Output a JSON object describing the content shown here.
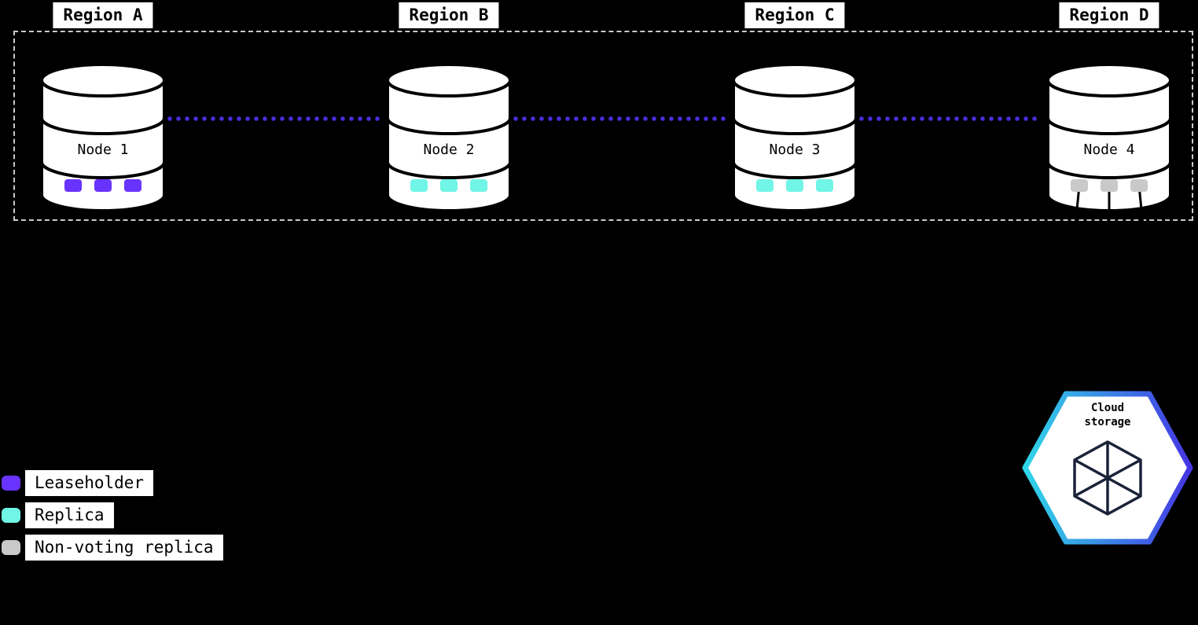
{
  "regions": [
    {
      "label": "Region A"
    },
    {
      "label": "Region B"
    },
    {
      "label": "Region C"
    },
    {
      "label": "Region D"
    }
  ],
  "nodes": [
    {
      "label": "Node 1",
      "role": "leaseholder",
      "chip_color": "#6933ff"
    },
    {
      "label": "Node 2",
      "role": "replica",
      "chip_color": "#70f5e6"
    },
    {
      "label": "Node 3",
      "role": "replica",
      "chip_color": "#70f5e6"
    },
    {
      "label": "Node 4",
      "role": "non-voting replica",
      "chip_color": "#c9c9c9"
    }
  ],
  "legend": [
    {
      "label": "Leaseholder",
      "color": "#6933ff"
    },
    {
      "label": "Replica",
      "color": "#70f5e6"
    },
    {
      "label": "Non-voting replica",
      "color": "#c9c9c9"
    }
  ],
  "cloud_storage": {
    "line1": "Cloud",
    "line2": "storage"
  },
  "colors": {
    "connection": "#4f2ce0",
    "hex_gradient_start": "#2fd6e8",
    "hex_gradient_end": "#4636e4",
    "cube_stroke": "#1a2338"
  }
}
